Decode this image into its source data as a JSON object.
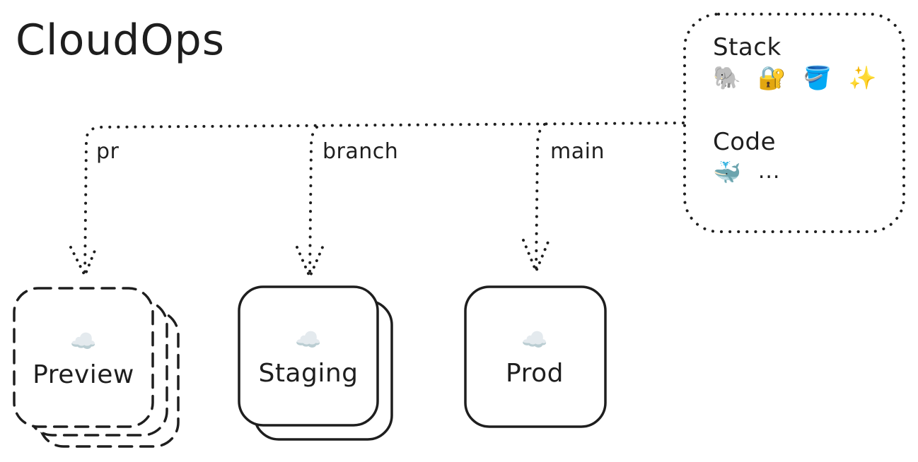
{
  "title": "CloudOps",
  "edges": {
    "pr": "pr",
    "branch": "branch",
    "main": "main"
  },
  "environments": {
    "preview": {
      "icon": "☁️",
      "label": "Preview"
    },
    "staging": {
      "icon": "☁️",
      "label": "Staging"
    },
    "prod": {
      "icon": "☁️",
      "label": "Prod"
    }
  },
  "legend": {
    "stack_heading": "Stack",
    "stack_icons": [
      "🐘",
      "🔐",
      "🪣",
      "✨"
    ],
    "code_heading": "Code",
    "code_icons": [
      "🐳",
      "..."
    ]
  },
  "colors": {
    "stroke": "#1e1e1e",
    "background": "#ffffff"
  }
}
